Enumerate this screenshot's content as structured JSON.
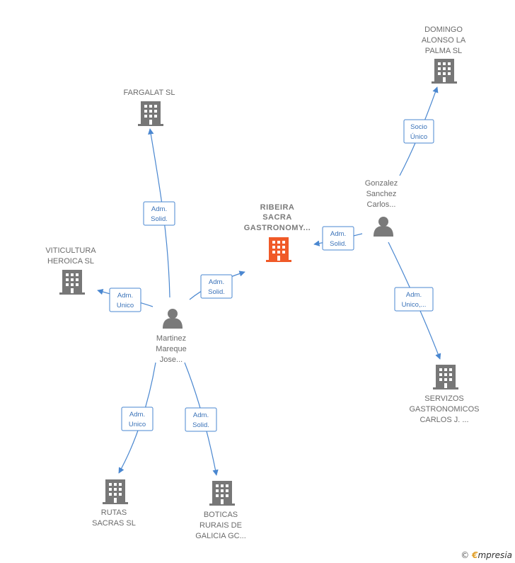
{
  "nodes": {
    "ribeira": {
      "lines": [
        "RIBEIRA",
        "SACRA",
        "GASTRONOMY..."
      ],
      "kind": "company",
      "color": "#f05a28"
    },
    "fargalat": {
      "lines": [
        "FARGALAT  SL"
      ],
      "kind": "company",
      "color": "#777777"
    },
    "domingo": {
      "lines": [
        "DOMINGO",
        "ALONSO LA",
        "PALMA  SL"
      ],
      "kind": "company",
      "color": "#777777"
    },
    "viticultura": {
      "lines": [
        "VITICULTURA",
        "HEROICA  SL"
      ],
      "kind": "company",
      "color": "#777777"
    },
    "servizos": {
      "lines": [
        "SERVIZOS",
        "GASTRONOMICOS",
        "CARLOS J. ..."
      ],
      "kind": "company",
      "color": "#777777"
    },
    "rutas": {
      "lines": [
        "RUTAS",
        "SACRAS SL"
      ],
      "kind": "company",
      "color": "#777777"
    },
    "boticas": {
      "lines": [
        "BOTICAS",
        "RURAIS DE",
        "GALICIA GC..."
      ],
      "kind": "company",
      "color": "#777777"
    },
    "martinez": {
      "lines": [
        "Martinez",
        "Mareque",
        "Jose..."
      ],
      "kind": "person",
      "color": "#777777"
    },
    "gonzalez": {
      "lines": [
        "Gonzalez",
        "Sanchez",
        "Carlos..."
      ],
      "kind": "person",
      "color": "#777777"
    }
  },
  "edges": {
    "martinez_fargalat": [
      "Adm.",
      "Solid."
    ],
    "martinez_ribeira": [
      "Adm.",
      "Solid."
    ],
    "martinez_viticultura": [
      "Adm.",
      "Unico"
    ],
    "martinez_rutas": [
      "Adm.",
      "Unico"
    ],
    "martinez_boticas": [
      "Adm.",
      "Solid."
    ],
    "gonzalez_ribeira": [
      "Adm.",
      "Solid."
    ],
    "gonzalez_domingo": [
      "Socio",
      "Único"
    ],
    "gonzalez_servizos": [
      "Adm.",
      "Unico,..."
    ]
  },
  "footer": {
    "copyright": "©",
    "brand_first": "€",
    "brand_rest": "mpresia"
  },
  "colors": {
    "edge": "#4a87d0",
    "accent": "#f05a28",
    "node": "#777777"
  }
}
